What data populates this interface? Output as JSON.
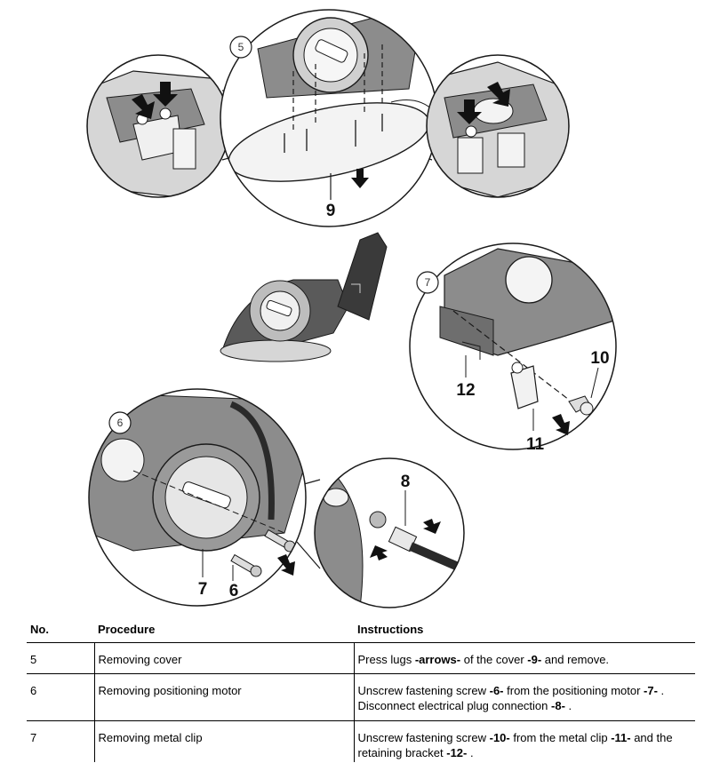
{
  "illustration": {
    "badges": {
      "step5": "5",
      "step6": "6",
      "step7": "7"
    },
    "callouts": {
      "c9": "9",
      "c12": "12",
      "c10": "10",
      "c11": "11",
      "c8": "8",
      "c7": "7",
      "c6": "6"
    },
    "colors": {
      "line": "#1a1a1a",
      "part_gray": "#8c8c8c",
      "part_dark": "#3a3a3a",
      "part_light": "#d6d6d6"
    }
  },
  "table": {
    "headers": {
      "no": "No.",
      "procedure": "Procedure",
      "instructions": "Instructions"
    },
    "rows": [
      {
        "no": "5",
        "procedure": "Removing cover",
        "instr": [
          {
            "t": "Press lugs ",
            "b": false
          },
          {
            "t": "-arrows-",
            "b": true
          },
          {
            "t": " of the cover ",
            "b": false
          },
          {
            "t": "-9-",
            "b": true
          },
          {
            "t": " and remove.",
            "b": false
          }
        ]
      },
      {
        "no": "6",
        "procedure": "Removing positioning motor",
        "instr": [
          {
            "t": "Unscrew fastening screw ",
            "b": false
          },
          {
            "t": "-6-",
            "b": true
          },
          {
            "t": " from the positioning motor ",
            "b": false
          },
          {
            "t": "-7-",
            "b": true
          },
          {
            "t": " . Disconnect electrical plug connection ",
            "b": false
          },
          {
            "t": "-8-",
            "b": true
          },
          {
            "t": " .",
            "b": false
          }
        ]
      },
      {
        "no": "7",
        "procedure": "Removing metal clip",
        "instr": [
          {
            "t": "Unscrew fastening screw ",
            "b": false
          },
          {
            "t": "-10-",
            "b": true
          },
          {
            "t": " from the metal clip ",
            "b": false
          },
          {
            "t": "-11-",
            "b": true
          },
          {
            "t": " and the retaining bracket ",
            "b": false
          },
          {
            "t": "-12-",
            "b": true
          },
          {
            "t": " .",
            "b": false
          }
        ]
      }
    ]
  }
}
